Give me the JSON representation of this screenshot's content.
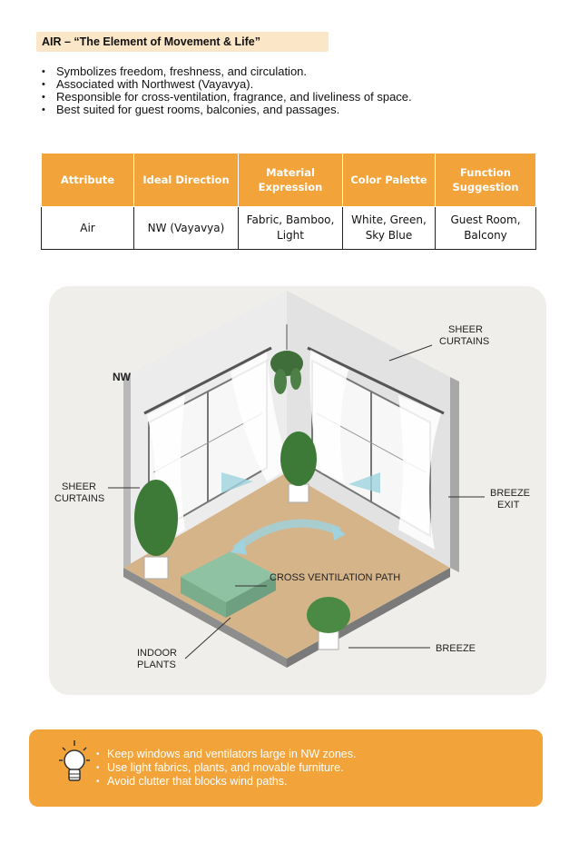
{
  "heading": "AIR – “The Element of Movement & Life”",
  "bullets": [
    "Symbolizes freedom, freshness, and circulation.",
    "Associated with Northwest (Vayavya).",
    "Responsible for cross-ventilation, fragrance, and liveliness of space.",
    "Best suited for guest rooms, balconies, and passages."
  ],
  "table": {
    "headers": [
      "Attribute",
      "Ideal Direction",
      "Material Expression",
      "Color Palette",
      "Function Suggestion"
    ],
    "row": [
      "Air",
      "NW (Vayavya)",
      "Fabric, Bamboo, Light",
      "White, Green, Sky Blue",
      "Guest Room, Balcony"
    ]
  },
  "illustration": {
    "nw_label": "NW",
    "sheer_curtains_right": [
      "SHEER",
      "CURTAINS"
    ],
    "sheer_curtains_left": [
      "SHEER",
      "CURTAINS"
    ],
    "breeze_exit": [
      "BREEZE",
      "EXIT"
    ],
    "cross_ventilation": "CROSS VENTILATION PATH",
    "indoor_plants": [
      "INDOOR",
      "PLANTS"
    ],
    "breeze": "BREEZE"
  },
  "tip": {
    "icon": "lightbulb-icon",
    "items": [
      "Keep windows and ventilators large in NW zones.",
      "Use light fabrics, plants, and movable furniture.",
      "Avoid clutter that blocks wind paths."
    ]
  },
  "colors": {
    "accent": "#f2a33a",
    "heading_bg": "#fbe7c7",
    "text": "#111111"
  }
}
